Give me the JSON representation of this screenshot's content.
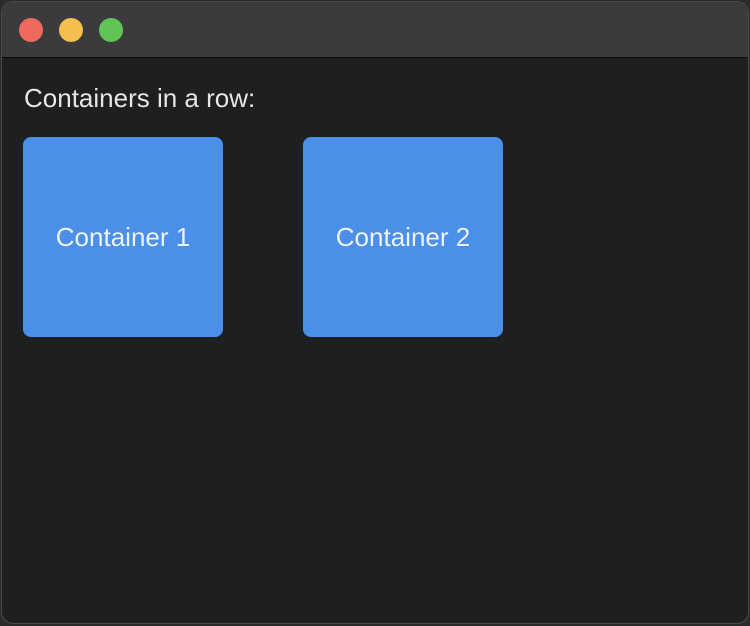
{
  "window": {
    "controls": [
      "close",
      "minimize",
      "zoom"
    ]
  },
  "content": {
    "heading": "Containers in a row:",
    "containers": [
      {
        "label": "Container 1",
        "color": "#4a90e8"
      },
      {
        "label": "Container 2",
        "color": "#4a90e8"
      }
    ]
  },
  "colors": {
    "window_background": "#1e1f21",
    "titlebar": "#3b3b3d",
    "close": "#ee6a5f",
    "minimize": "#f5bf4f",
    "zoom": "#62c454",
    "container": "#4a90e8"
  }
}
